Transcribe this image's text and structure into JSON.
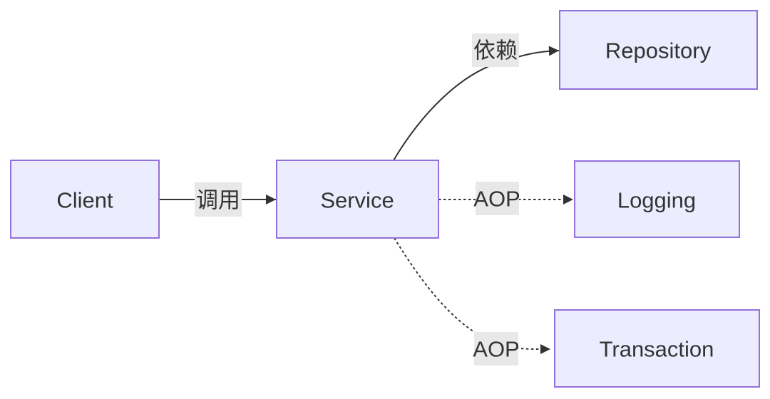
{
  "diagram": {
    "type": "flowchart-LR",
    "background": "#ffffff",
    "colors": {
      "node_fill": "#ECECFF",
      "node_border": "#9370DB",
      "node_text": "#333333",
      "edge_line": "#333333",
      "edge_label_bg": "#e8e8e8",
      "edge_label_text": "#333333"
    },
    "nodes": [
      {
        "id": "client",
        "label": "Client"
      },
      {
        "id": "service",
        "label": "Service"
      },
      {
        "id": "repository",
        "label": "Repository"
      },
      {
        "id": "logging",
        "label": "Logging"
      },
      {
        "id": "transaction",
        "label": "Transaction"
      }
    ],
    "edges": [
      {
        "from": "client",
        "to": "service",
        "label": "调用",
        "style": "solid"
      },
      {
        "from": "service",
        "to": "repository",
        "label": "依赖",
        "style": "solid"
      },
      {
        "from": "service",
        "to": "logging",
        "label": "AOP",
        "style": "dotted"
      },
      {
        "from": "service",
        "to": "transaction",
        "label": "AOP",
        "style": "dotted"
      }
    ]
  }
}
